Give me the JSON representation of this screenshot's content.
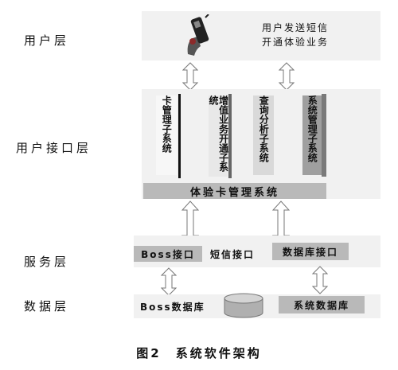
{
  "layers": {
    "user": "用户层",
    "interface": "用户接口层",
    "service": "服务层",
    "data": "数据层"
  },
  "user_box": {
    "line1": "用户发送短信",
    "line2": "开通体验业务",
    "icon": "phone-hand-icon"
  },
  "subsystems": [
    {
      "label": "卡管理子系统"
    },
    {
      "label": "增值业务开通子系统"
    },
    {
      "label": "查询分析子系统"
    },
    {
      "label": "系统管理子系统"
    }
  ],
  "main_system": "体验卡管理系统",
  "service_items": [
    "Boss接口",
    "短信接口",
    "数据库接口"
  ],
  "data_items": [
    "Boss数据库",
    "系统数据库"
  ],
  "caption": "图2　系统软件架构"
}
